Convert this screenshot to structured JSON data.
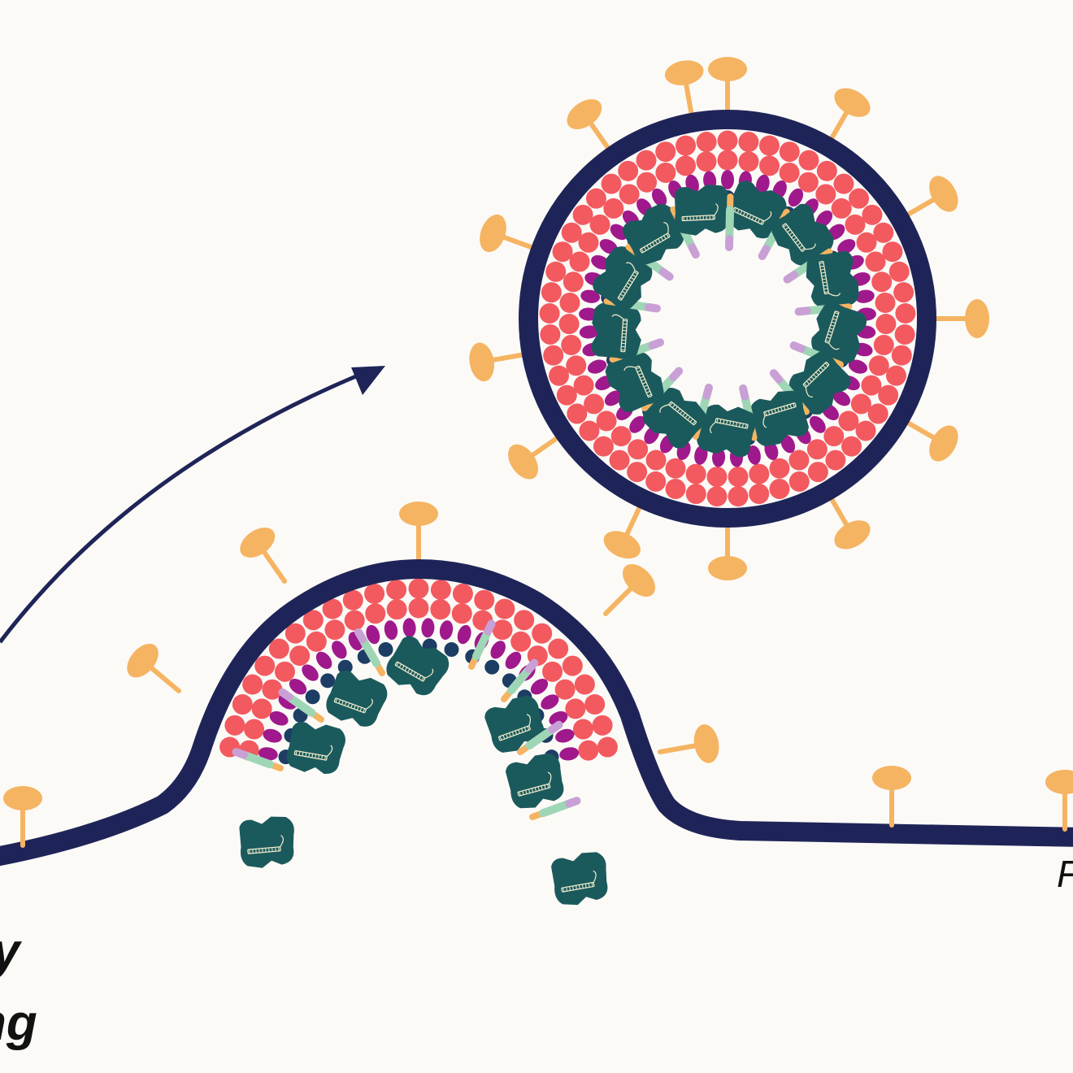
{
  "labels": {
    "left_line_1": "y",
    "left_line_2": "ng",
    "right_fragment": "F"
  },
  "colors": {
    "background": "#fcfaf7",
    "membrane": "#1f2458",
    "spike": "#f5b462",
    "outer_layer": "#f25a5f",
    "inner_layer": "#a0198c",
    "dot_layer": "#1d3d64",
    "complex": "#1b5a5c",
    "linker_green": "#9fd6b6",
    "linker_orange": "#f5b462",
    "linker_purple": "#c9a0d6",
    "label_text": "#111111"
  },
  "icons": [
    "arrow-icon",
    "spike-protein-icon",
    "ribosome-complex-icon"
  ]
}
